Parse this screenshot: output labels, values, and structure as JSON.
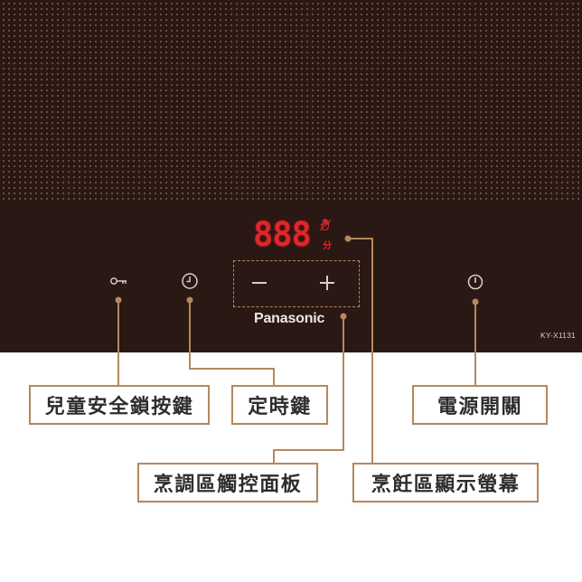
{
  "panel": {
    "display_digits": "888",
    "display_unit": "分",
    "brand": "Panasonic",
    "model": "KY-X1131"
  },
  "icons": {
    "child_lock": "key-icon",
    "timer": "clock-icon",
    "power": "power-icon",
    "touch_minus": "minus-icon",
    "touch_plus": "plus-icon",
    "status": "hand-icon"
  },
  "callouts": {
    "child_lock": "兒童安全鎖按鍵",
    "timer": "定時鍵",
    "power": "電源開關",
    "touch_panel": "烹調區觸控面板",
    "display": "烹飪區顯示螢幕"
  },
  "colors": {
    "panel": "#2a1814",
    "display_red": "#e0262a",
    "accent_gold": "#b4895d"
  }
}
